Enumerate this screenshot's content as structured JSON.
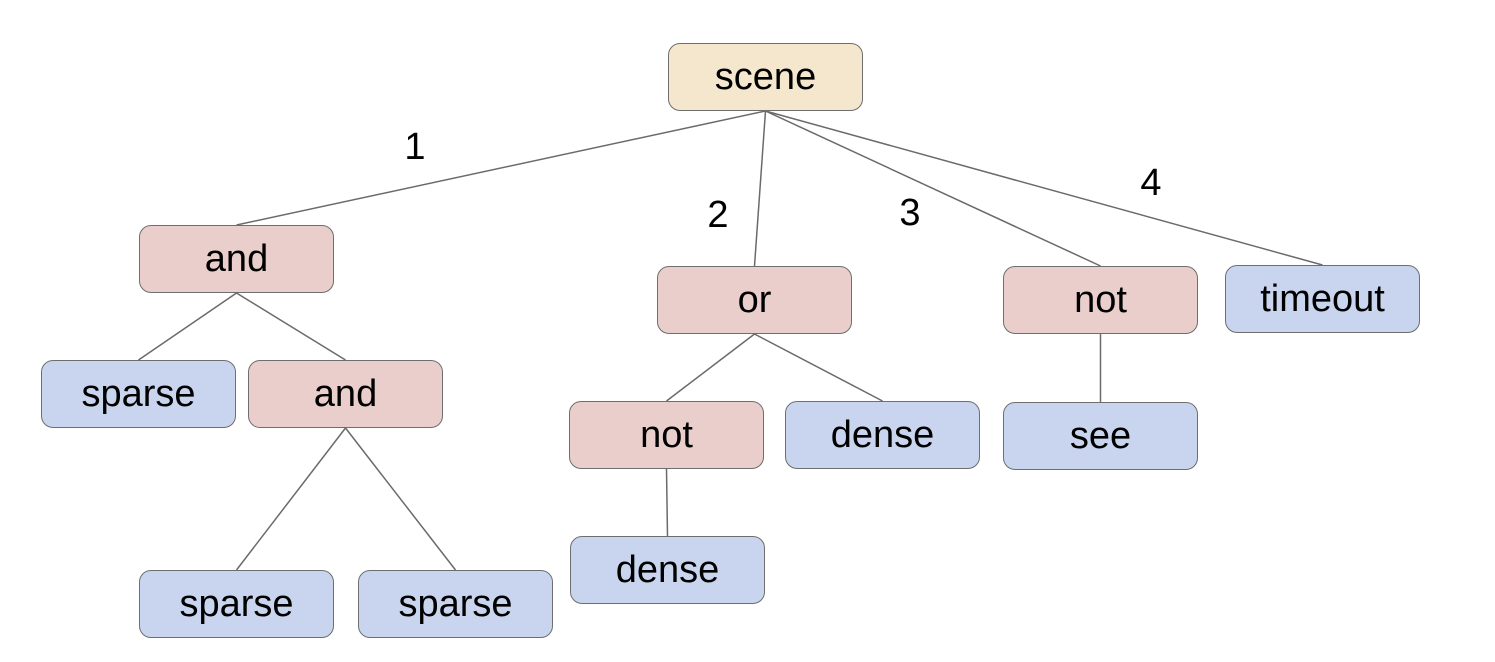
{
  "diagram": {
    "type": "tree",
    "colors": {
      "background": "#ffffff",
      "root_fill": "#f5e7cd",
      "operator_fill": "#e9cecc",
      "leaf_fill": "#c9d4ee",
      "node_border": "#6e6e6e",
      "edge_stroke": "#6a6a6a",
      "text": "#000000"
    },
    "nodes": [
      {
        "id": "scene",
        "label": "scene",
        "role": "root"
      },
      {
        "id": "and-1",
        "label": "and",
        "role": "operator"
      },
      {
        "id": "or-1",
        "label": "or",
        "role": "operator"
      },
      {
        "id": "not-1",
        "label": "not",
        "role": "operator"
      },
      {
        "id": "timeout-1",
        "label": "timeout",
        "role": "leaf"
      },
      {
        "id": "sparse-1",
        "label": "sparse",
        "role": "leaf"
      },
      {
        "id": "and-2",
        "label": "and",
        "role": "operator"
      },
      {
        "id": "not-2",
        "label": "not",
        "role": "operator"
      },
      {
        "id": "dense-1",
        "label": "dense",
        "role": "leaf"
      },
      {
        "id": "see-1",
        "label": "see",
        "role": "leaf"
      },
      {
        "id": "sparse-2",
        "label": "sparse",
        "role": "leaf"
      },
      {
        "id": "sparse-3",
        "label": "sparse",
        "role": "leaf"
      },
      {
        "id": "dense-2",
        "label": "dense",
        "role": "leaf"
      }
    ],
    "edges": [
      {
        "from": "scene",
        "to": "and-1",
        "label": "1"
      },
      {
        "from": "scene",
        "to": "or-1",
        "label": "2"
      },
      {
        "from": "scene",
        "to": "not-1",
        "label": "3"
      },
      {
        "from": "scene",
        "to": "timeout-1",
        "label": "4"
      },
      {
        "from": "and-1",
        "to": "sparse-1"
      },
      {
        "from": "and-1",
        "to": "and-2"
      },
      {
        "from": "and-2",
        "to": "sparse-2"
      },
      {
        "from": "and-2",
        "to": "sparse-3"
      },
      {
        "from": "or-1",
        "to": "not-2"
      },
      {
        "from": "or-1",
        "to": "dense-1"
      },
      {
        "from": "not-2",
        "to": "dense-2"
      },
      {
        "from": "not-1",
        "to": "see-1"
      }
    ]
  }
}
